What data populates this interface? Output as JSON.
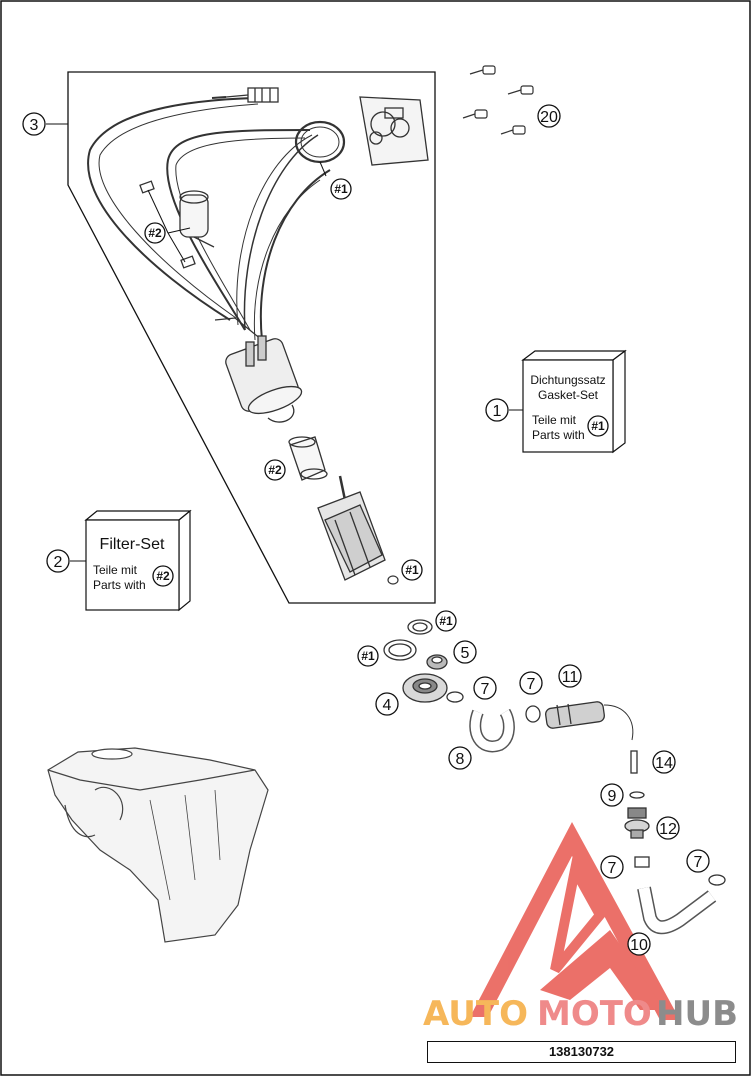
{
  "callouts": {
    "c1": "1",
    "c2": "2",
    "c3": "3",
    "c4": "4",
    "c5": "5",
    "c7a": "7",
    "c7b": "7",
    "c7c": "7",
    "c7d": "7",
    "c8": "8",
    "c9": "9",
    "c10": "10",
    "c11": "11",
    "c12": "12",
    "c14": "14",
    "c20": "20"
  },
  "hash_refs": {
    "h1_top": "#1",
    "h2_pump": "#2",
    "h2_filter": "#2",
    "h1_bottom": "#1",
    "h1_ring": "#1",
    "h1_left": "#1",
    "h1_gasket_box": "#1",
    "h2_filter_box": "#2"
  },
  "gasket_box": {
    "line1": "Dichtungssatz",
    "line2": "Gasket-Set",
    "line3": "Teile mit",
    "line4": "Parts with"
  },
  "filter_box": {
    "title": "Filter-Set",
    "line1": "Teile mit",
    "line2": "Parts with"
  },
  "watermark": {
    "auto": "AUTO",
    "moto": "MOTO",
    "hub": "HUB",
    "colors": {
      "auto": "#f6b75a",
      "moto": "#ef8a8a",
      "hub": "#8c8c8c",
      "triangle": "#e8584f"
    }
  },
  "part_number": "138130732"
}
